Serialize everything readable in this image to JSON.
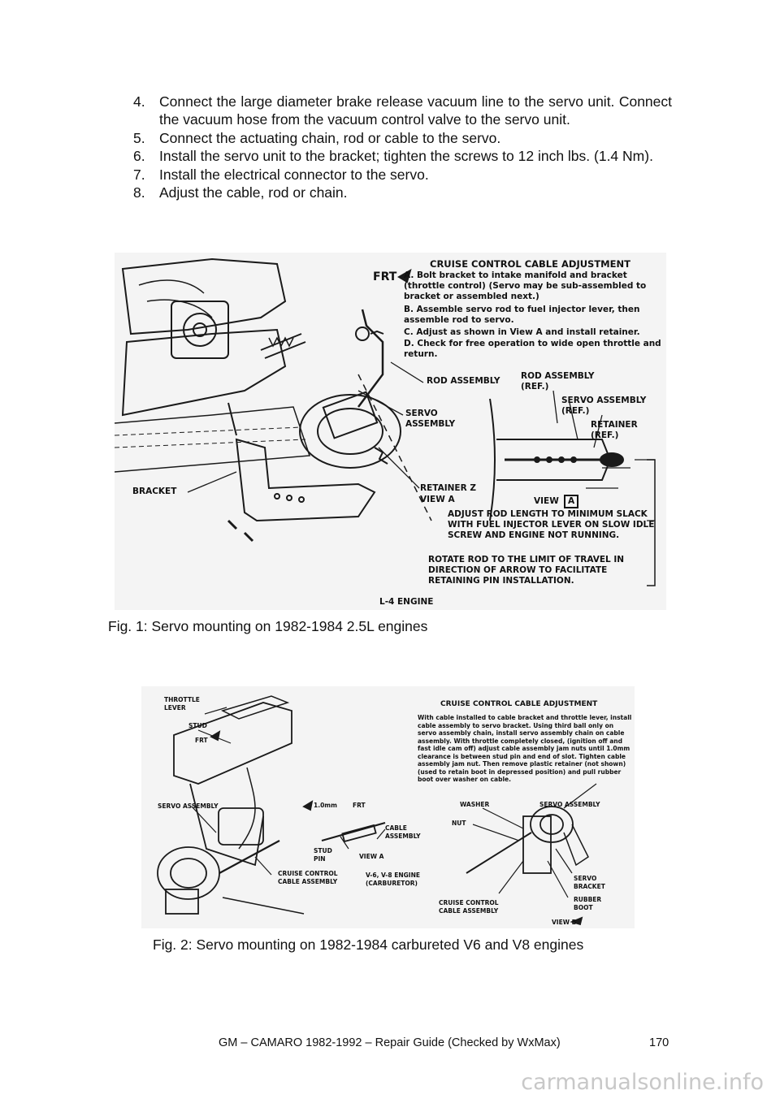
{
  "steps": [
    {
      "num": "4.",
      "text": "Connect the large diameter brake release vacuum line to the servo unit. Connect the vacuum hose from the vacuum control valve to the servo unit."
    },
    {
      "num": "5.",
      "text": "Connect the actuating chain, rod or cable to the servo."
    },
    {
      "num": "6.",
      "text": "Install the servo unit to the bracket; tighten the screws to 12 inch lbs. (1.4 Nm)."
    },
    {
      "num": "7.",
      "text": "Install the electrical connector to the servo."
    },
    {
      "num": "8.",
      "text": "Adjust the cable, rod or chain."
    }
  ],
  "fig1": {
    "heading": "CRUISE CONTROL CABLE ADJUSTMENT",
    "step_a": "A.  Bolt bracket to intake manifold and bracket (throttle control) (Servo may be sub-assembled to bracket or assembled next.)",
    "step_b": "B.  Assemble servo rod to fuel injector lever, then assemble rod to servo.",
    "step_c": "C.  Adjust as shown in View A and install retainer.",
    "step_d": "D.  Check for free operation to wide open throttle and return.",
    "frt": "FRT",
    "rod_assembly": "ROD ASSEMBLY",
    "rod_assembly_ref": "ROD ASSEMBLY (REF.)",
    "servo_assembly": "SERVO ASSEMBLY",
    "servo_assembly_ref": "SERVO ASSEMBLY (REF.)",
    "retainer_ref": "RETAINER (REF.)",
    "bracket": "BRACKET",
    "retainer_z": "RETAINER  Z",
    "view_a": "VIEW A",
    "view": "VIEW",
    "view_letter": "A",
    "adjust_note": "ADJUST ROD LENGTH TO MINIMUM SLACK WITH FUEL INJECTOR LEVER ON SLOW IDLE SCREW AND ENGINE NOT RUNNING.",
    "rotate_note": "ROTATE ROD TO THE LIMIT OF TRAVEL IN DIRECTION OF ARROW TO FACILITATE RETAINING PIN INSTALLATION.",
    "engine": "L-4 ENGINE",
    "caption": "Fig. 1: Servo mounting on 1982-1984 2.5L engines"
  },
  "fig2": {
    "heading": "CRUISE CONTROL CABLE ADJUSTMENT",
    "paragraph": "With cable installed to cable bracket and throttle lever, install cable assembly to servo bracket. Using third ball only on servo assembly chain, install servo assembly chain on cable assembly. With throttle completely closed, (ignition off and fast idle cam off) adjust cable assembly jam nuts until 1.0mm clearance is between stud pin and end of slot. Tighten cable assembly jam nut. Then remove plastic retainer (not shown) (used to retain boot in depressed position) and pull rubber boot over washer on cable.",
    "throttle_lever": "THROTTLE LEVER",
    "stud": "STUD",
    "frt": "FRT",
    "servo_assembly": "SERVO ASSEMBLY",
    "dim": "1.0mm",
    "frt2": "FRT",
    "stud_pin": "STUD PIN",
    "cable_assembly": "CABLE ASSEMBLY",
    "view_a": "VIEW A",
    "cruise_cable_assembly": "CRUISE CONTROL CABLE ASSEMBLY",
    "engine": "V-6, V-8 ENGINE (CARBURETOR)",
    "washer": "WASHER",
    "nut": "NUT",
    "servo_assembly_r": "SERVO ASSEMBLY",
    "servo_bracket": "SERVO BRACKET",
    "rubber_boot": "RUBBER BOOT",
    "cruise_cable_assembly_r": "CRUISE CONTROL CABLE ASSEMBLY",
    "view_b": "VIEW B",
    "caption": "Fig. 2: Servo mounting on 1982-1984 carbureted V6 and V8 engines"
  },
  "footer": {
    "text": "GM – CAMARO 1982-1992 – Repair Guide (Checked by WxMax)",
    "page": "170"
  },
  "watermark": "carmanualsonline.info"
}
